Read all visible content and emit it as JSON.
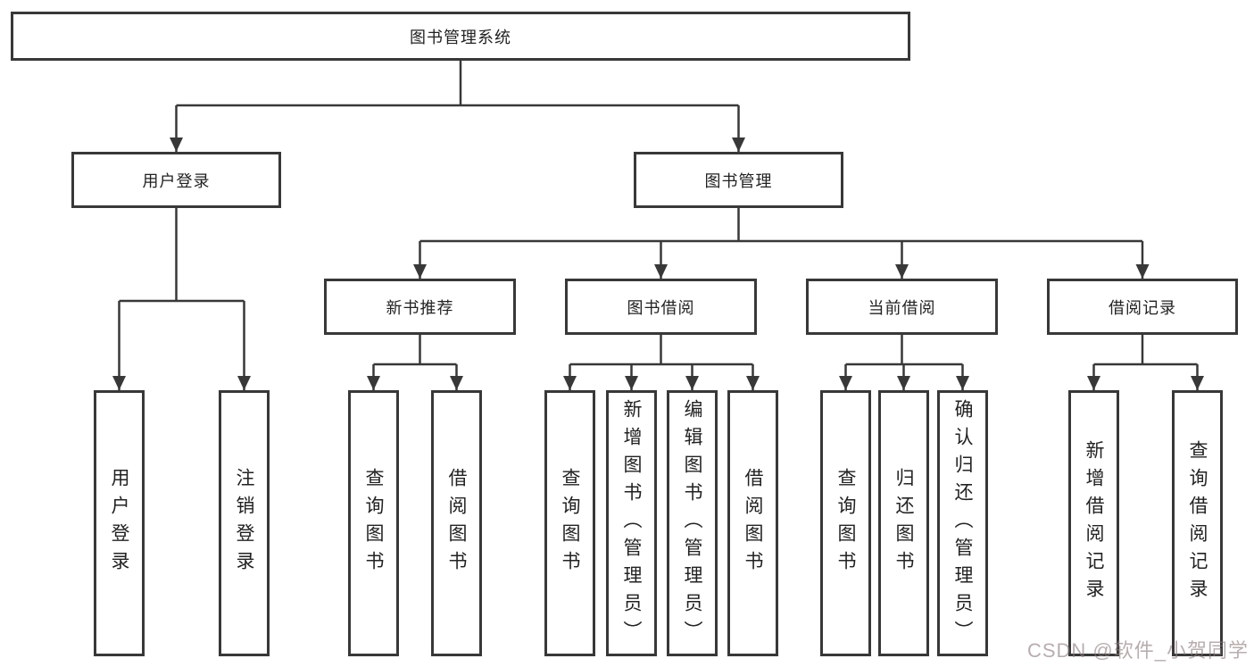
{
  "tree": {
    "root": {
      "label": "图书管理系统"
    },
    "branches": [
      {
        "label": "用户登录",
        "children": [
          {
            "label": "用户登录"
          },
          {
            "label": "注销登录"
          }
        ]
      },
      {
        "label": "图书管理",
        "sections": [
          {
            "label": "新书推荐",
            "children": [
              {
                "label": "查询图书"
              },
              {
                "label": "借阅图书"
              }
            ]
          },
          {
            "label": "图书借阅",
            "children": [
              {
                "label": "查询图书"
              },
              {
                "label": "新增图书（管理员）"
              },
              {
                "label": "编辑图书（管理员）"
              },
              {
                "label": "借阅图书"
              }
            ]
          },
          {
            "label": "当前借阅",
            "children": [
              {
                "label": "查询图书"
              },
              {
                "label": "归还图书"
              },
              {
                "label": "确认归还（管理员）"
              }
            ]
          },
          {
            "label": "借阅记录",
            "children": [
              {
                "label": "新增借阅记录"
              },
              {
                "label": "查询借阅记录"
              }
            ]
          }
        ]
      }
    ]
  },
  "watermark": {
    "text": "CSDN @软件_小贺同学"
  },
  "colors": {
    "line": "#383838",
    "node_border": "#383838",
    "node_background": "#ffffff",
    "text": "#222222",
    "watermark": "#8d7b7b"
  }
}
